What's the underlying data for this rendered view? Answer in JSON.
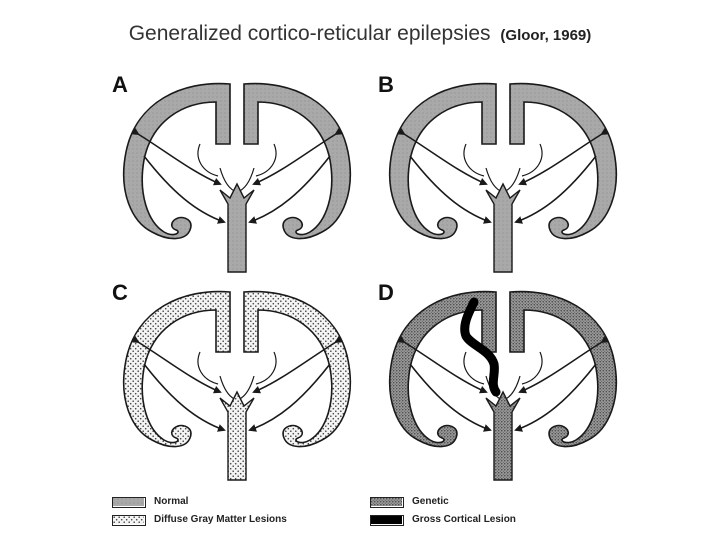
{
  "title": {
    "main": "Generalized cortico-reticular epilepsies",
    "citation": "(Gloor, 1969)"
  },
  "panels": [
    {
      "letter": "A",
      "cortex_pattern": "normal",
      "stem_pattern": "normal"
    },
    {
      "letter": "B",
      "cortex_pattern": "normal",
      "stem_pattern": "normal"
    },
    {
      "letter": "C",
      "cortex_pattern": "diffuse",
      "stem_pattern": "diffuse"
    },
    {
      "letter": "D",
      "cortex_pattern": "genetic",
      "stem_pattern": "genetic",
      "lesion": true
    }
  ],
  "legend": [
    {
      "label": "Normal",
      "pattern": "normal"
    },
    {
      "label": "Diffuse Gray Matter Lesions",
      "pattern": "diffuse"
    },
    {
      "label": "Genetic",
      "pattern": "genetic"
    },
    {
      "label": "Gross Cortical Lesion",
      "pattern": "lesion"
    }
  ],
  "colors": {
    "ink": "#1a1a1a",
    "title_text": "#333333",
    "normal_fill": "#a9a9a9",
    "lesion_fill": "#000000"
  }
}
